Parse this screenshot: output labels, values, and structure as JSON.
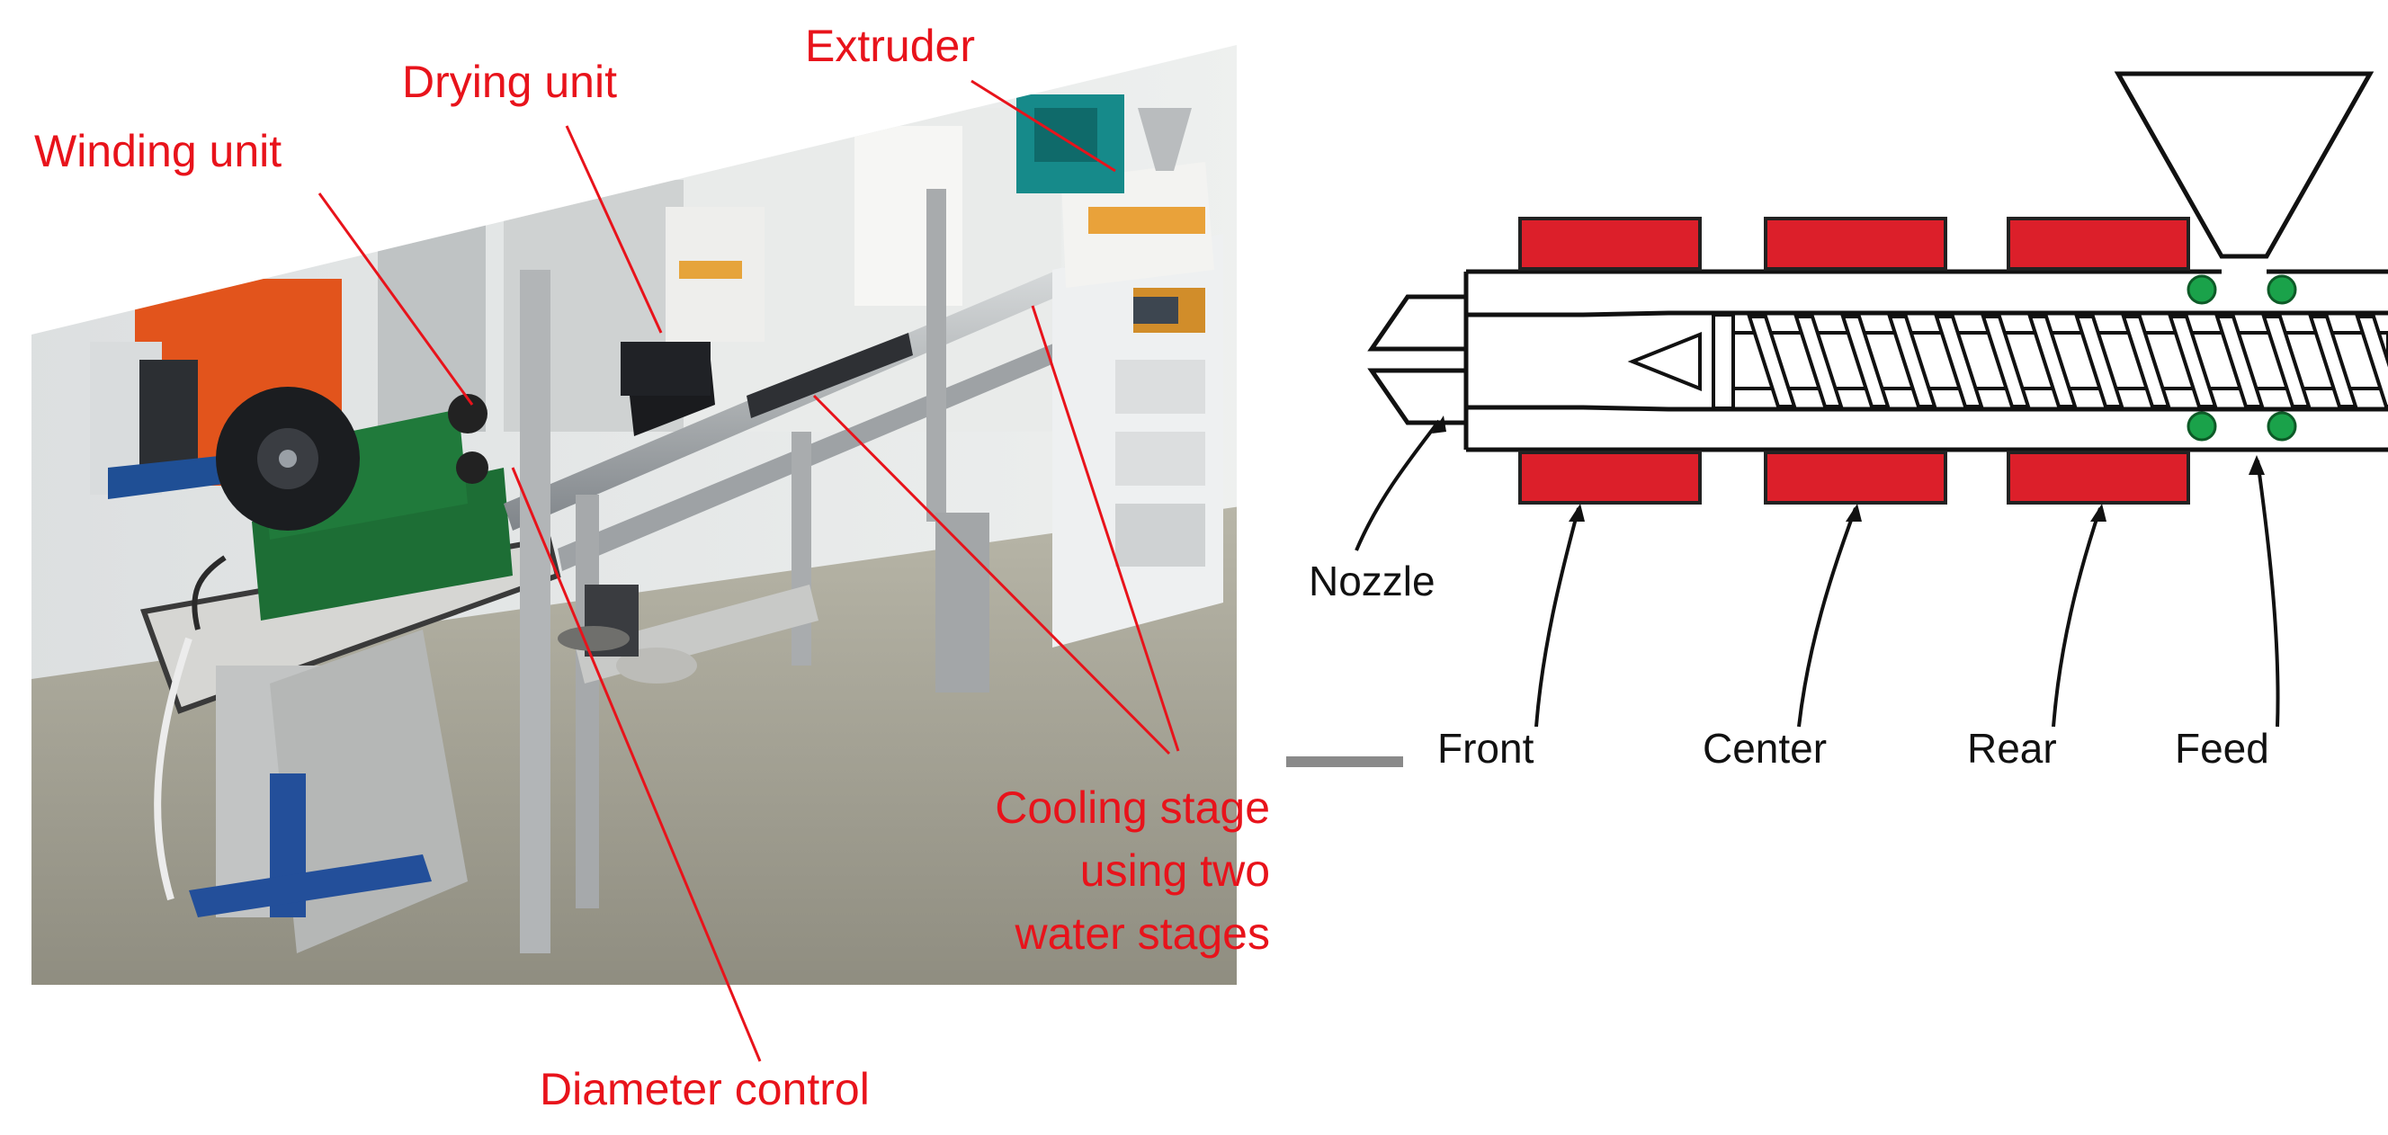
{
  "photo_labels": {
    "extruder": "Extruder",
    "drying_unit": "Drying unit",
    "winding_unit": "Winding unit",
    "cooling_line1": "Cooling stage",
    "cooling_line2": "using two",
    "cooling_line3": "water stages",
    "diameter_control": "Diameter control"
  },
  "schematic_labels": {
    "nozzle": "Nozzle",
    "front": "Front",
    "center": "Center",
    "rear": "Rear",
    "feed": "Feed"
  },
  "colors": {
    "label_red": "#e8131b",
    "heater_red": "#dc1f2a",
    "thermocouple_green": "#1aa24a",
    "outline": "#111111"
  }
}
